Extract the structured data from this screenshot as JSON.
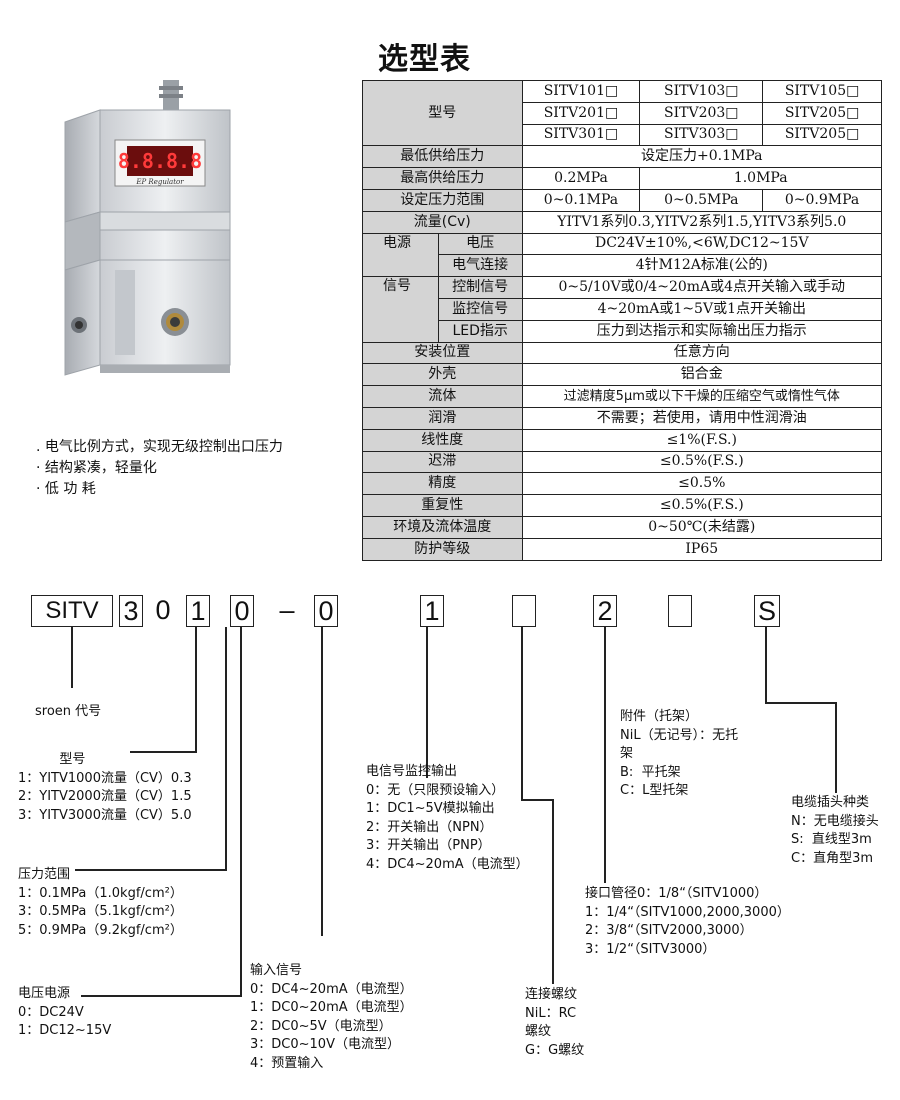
{
  "title": "选型表",
  "product_image": {
    "display_text": "8.8.8.8",
    "plate_text": "EP Regulator"
  },
  "features": [
    ". 电气比例方式，实现无级控制出口压力",
    "· 结构紧凑，轻量化",
    "· 低 功 耗"
  ],
  "table": {
    "model_label": "型号",
    "models": [
      [
        "SITV101□",
        "SITV103□",
        "SITV105□"
      ],
      [
        "SITV201□",
        "SITV203□",
        "SITV205□"
      ],
      [
        "SITV301□",
        "SITV303□",
        "SITV205□"
      ]
    ],
    "min_supply_label": "最低供给压力",
    "min_supply_value": "设定压力+0.1MPa",
    "max_supply_label": "最高供给压力",
    "max_supply_values": [
      "0.2MPa",
      "1.0MPa"
    ],
    "range_label": "设定压力范围",
    "range_values": [
      "0~0.1MPa",
      "0~0.5MPa",
      "0~0.9MPa"
    ],
    "flow_label": "流量(Cv)",
    "flow_value": "YITV1系列0.3,YITV2系列1.5,YITV3系列5.0",
    "power_label": "电源",
    "voltage_label": "电压",
    "voltage_value": "DC24V±10%,<6W,DC12~15V",
    "connection_label": "电气连接",
    "connection_value": "4针M12A标准(公的)",
    "signal_label": "信号",
    "control_label": "控制信号",
    "control_value": "0~5/10V或0/4~20mA或4点开关输入或手动",
    "monitor_label": "监控信号",
    "monitor_value": "4~20mA或1~5V或1点开关输出",
    "led_label": "LED指示",
    "led_value": "压力到达指示和实际输出压力指示",
    "rows": [
      {
        "label": "安装位置",
        "value": "任意方向"
      },
      {
        "label": "外壳",
        "value": "铝合金"
      },
      {
        "label": "流体",
        "value": "过滤精度5μm或以下干燥的压缩空气或惰性气体"
      },
      {
        "label": "润滑",
        "value": "不需要；若使用，请用中性润滑油"
      },
      {
        "label": "线性度",
        "value": "≤1%(F.S.)"
      },
      {
        "label": "迟滞",
        "value": "≤0.5%(F.S.)"
      },
      {
        "label": "精度",
        "value": "≤0.5%"
      },
      {
        "label": "重复性",
        "value": "≤0.5%(F.S.)"
      },
      {
        "label": "环境及流体温度",
        "value": "0~50℃(未结露)"
      },
      {
        "label": "防护等级",
        "value": "IP65"
      }
    ]
  },
  "code": {
    "prefix": "SITV",
    "digits": [
      "3",
      "0",
      "1",
      "0",
      "–",
      "0",
      "1",
      "",
      "2",
      "",
      "S"
    ]
  },
  "legends": {
    "sroen": "sroen 代号",
    "model": "          型号\n1：YITV1000流量（CV）0.3\n2：YITV2000流量（CV）1.5\n3：YITV3000流量（CV）5.0",
    "pressure": "压力范围\n1：0.1MPa（1.0kgf/cm²）\n3：0.5MPa（5.1kgf/cm²）\n5：0.9MPa（9.2kgf/cm²）",
    "power": "电压电源\n0：DC24V\n1：DC12~15V",
    "input": "输入信号\n0：DC4~20mA（电流型）\n1：DC0~20mA（电流型）\n2：DC0~5V（电流型）\n3：DC0~10V（电流型）\n4：预置输入",
    "monitor": "电信号监控输出\n0：无（只限预设输入）\n1：DC1~5V模拟输出\n2：开关输出（NPN）\n3：开关输出（PNP）\n4：DC4~20mA（电流型）",
    "thread": "连接螺纹\nNiL：RC\n螺纹\nG：G螺纹",
    "port": "接口管径0：1/8“（SITV1000）\n1：1/4“（SITV1000,2000,3000）\n2：3/8“（SITV2000,3000）\n3：1/2“（SITV3000）",
    "accessory": "附件（托架）\nNiL（无记号）：无托\n架\nB:  平托架\nC：L型托架",
    "cable": "电缆插头种类\nN：无电缆接头\nS:  直线型3m\nC：直角型3m"
  }
}
